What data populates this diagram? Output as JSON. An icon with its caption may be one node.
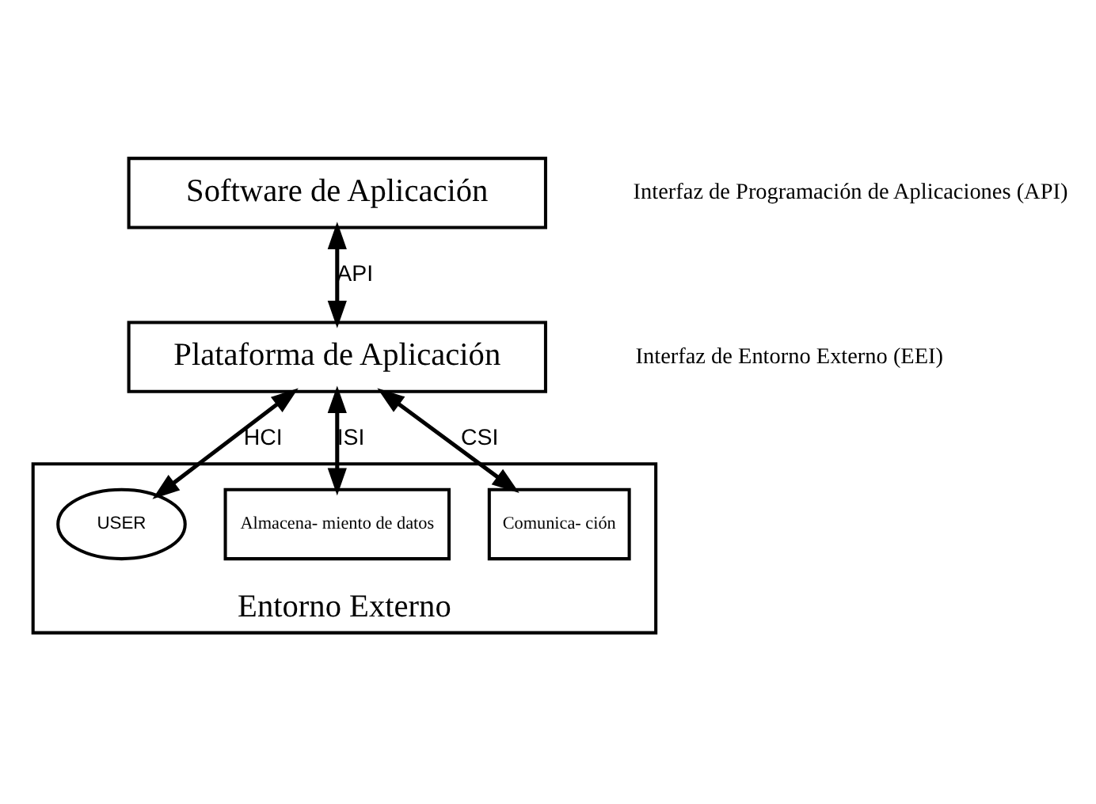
{
  "diagram": {
    "nodes": [
      {
        "text": [
          "Software de Aplicación"
        ]
      },
      {
        "text": [
          "Plataforma de Aplicación"
        ]
      },
      {
        "text": [
          "Entorno Externo"
        ]
      },
      {
        "text": [
          "USER"
        ],
        "in": 2
      },
      {
        "text": [
          "Almacena- miento de datos"
        ],
        "in": 2
      },
      {
        "text": [
          "Comunica- ción"
        ],
        "in": 2
      }
    ],
    "edges": [
      {
        "from": 0,
        "to": 1,
        "arrow": "both",
        "label": "API"
      },
      {
        "from": 1,
        "to": 3,
        "arrow": "both",
        "label": "HCI"
      },
      {
        "from": 1,
        "to": 4,
        "arrow": "both",
        "label": "ISI"
      },
      {
        "from": 1,
        "to": 5,
        "arrow": "both",
        "label": "CSI"
      }
    ],
    "labels": [
      "Interfaz de Programación de Aplicaciones (API)",
      "Interfaz de Entorno Externo (EEI)"
    ]
  }
}
